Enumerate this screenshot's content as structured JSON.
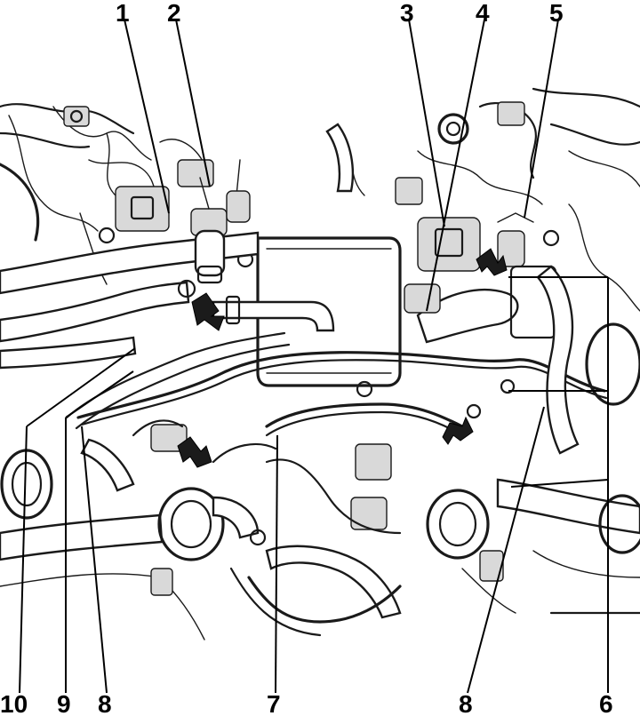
{
  "callouts": {
    "top": [
      "1",
      "2",
      "3",
      "4",
      "5"
    ],
    "bottom": [
      "10",
      "9",
      "8",
      "7",
      "8",
      "6"
    ]
  },
  "colors": {
    "ink": "#1a1a1a",
    "paper": "#ffffff"
  }
}
